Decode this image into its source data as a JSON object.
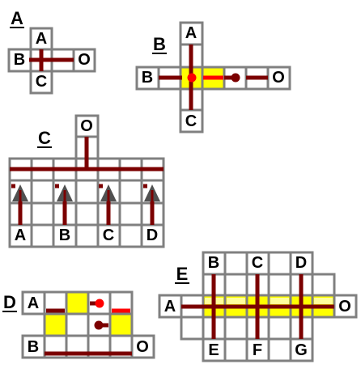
{
  "palette": {
    "wire": "#7b0000",
    "grid": "#808080",
    "fill": "#ffff00",
    "red": "#ff0000",
    "arrow": "#505050"
  },
  "panels": {
    "a": {
      "title": "A",
      "labels": {
        "top": "A",
        "left": "B",
        "right": "O",
        "bottom": "C"
      }
    },
    "b": {
      "title": "B",
      "labels": {
        "top": "A",
        "left": "B",
        "right": "O",
        "bottom": "C"
      }
    },
    "c": {
      "title": "C",
      "labels": {
        "top": "O",
        "bottom": [
          "A",
          "B",
          "C",
          "D"
        ]
      }
    },
    "d": {
      "title": "D",
      "labels": {
        "in": "A",
        "left": "B",
        "out": "O"
      }
    },
    "e": {
      "title": "E",
      "labels": {
        "top": [
          "B",
          "C",
          "D"
        ],
        "left": "A",
        "right": "O",
        "bottom": [
          "E",
          "F",
          "G"
        ]
      }
    }
  }
}
